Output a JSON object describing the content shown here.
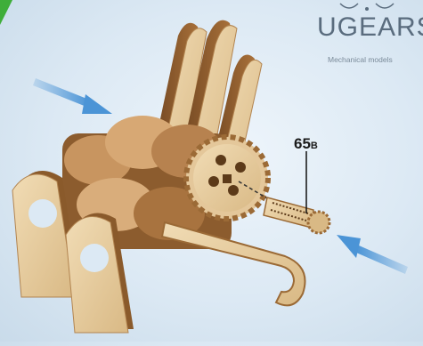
{
  "brand": {
    "name": "UGEARS",
    "tagline": "Mechanical models"
  },
  "part_label": {
    "number": "65",
    "suffix": "B"
  },
  "colors": {
    "background": "#dce9f4",
    "arrow": "#4b94d6",
    "wood_light": "#e8cfa3",
    "wood_dark": "#8a5a2b",
    "corner_accent": "#3fae3a"
  },
  "icons": [
    "assembly-arrow-icon",
    "green-corner-accent"
  ]
}
